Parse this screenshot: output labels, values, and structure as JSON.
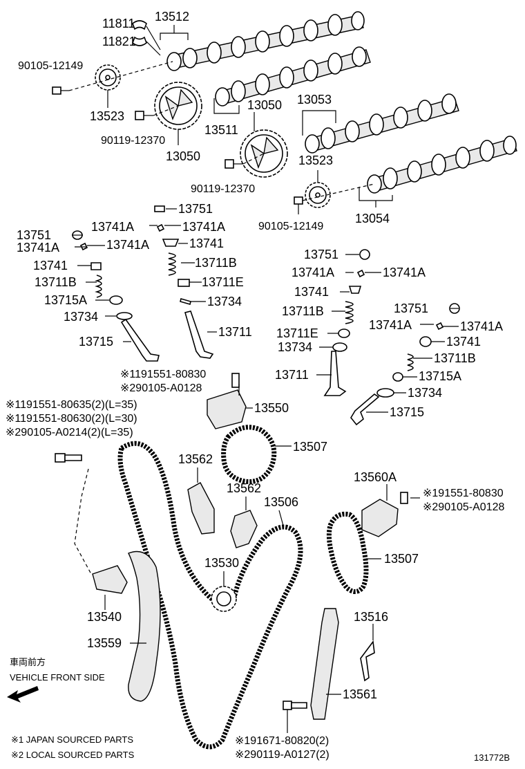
{
  "labels": {
    "p11811": "11811",
    "p13512": "13512",
    "p11821": "11821",
    "p90105_12149_a": "90105-12149",
    "p13523_a": "13523",
    "p90119_12370_a": "90119-12370",
    "p13050_a": "13050",
    "p13511": "13511",
    "p13050_b": "13050",
    "p13053": "13053",
    "p13523_b": "13523",
    "p90119_12370_b": "90119-12370",
    "p90105_12149_b": "90105-12149",
    "p13054": "13054",
    "p13751_a": "13751",
    "p13751_b": "13751",
    "p13741A_a": "13741A",
    "p13741A_b": "13741A",
    "p13741A_c": "13741A",
    "p13741A_d": "13741A",
    "p13741_a": "13741",
    "p13741_b": "13741",
    "p13711B_a": "13711B",
    "p13711B_b": "13711B",
    "p13711E_a": "13711E",
    "p13715A_a": "13715A",
    "p13734_a": "13734",
    "p13734_b": "13734",
    "p13715_a": "13715",
    "p13711_a": "13711",
    "p13751_c": "13751",
    "p13741A_e": "13741A",
    "p13741A_f": "13741A",
    "p13741_c": "13741",
    "p13711B_c": "13711B",
    "p13711E_b": "13711E",
    "p13734_c": "13734",
    "p13711_b": "13711",
    "p13751_d": "13751",
    "p13741A_g": "13741A",
    "p13741A_h": "13741A",
    "p13741_d": "13741",
    "p13711B_d": "13711B",
    "p13715A_b": "13715A",
    "p13734_d": "13734",
    "p13715_b": "13715",
    "bolt_a1": "※1191551-80830",
    "bolt_a2": "※290105-A0128",
    "p13550": "13550",
    "bolt_b1": "※1191551-80635(2)(L=35)",
    "bolt_b2": "※1191551-80630(2)(L=30)",
    "bolt_b3": "※290105-A0214(2)(L=35)",
    "p13507_a": "13507",
    "p13562_a": "13562",
    "p13562_b": "13562",
    "p13506": "13506",
    "p13560A": "13560A",
    "bolt_c1": "※191551-80830",
    "bolt_c2": "※290105-A0128",
    "p13507_b": "13507",
    "p13530": "13530",
    "p13540": "13540",
    "p13559": "13559",
    "p13516": "13516",
    "p13561": "13561",
    "bolt_d1": "※191671-80820(2)",
    "bolt_d2": "※290119-A0127(2)",
    "front_jp": "車両前方",
    "front_en": "VEHICLE FRONT SIDE",
    "note1": "※1 JAPAN SOURCED PARTS",
    "note2": "※2 LOCAL SOURCED PARTS",
    "diagram_id": "131772B"
  }
}
